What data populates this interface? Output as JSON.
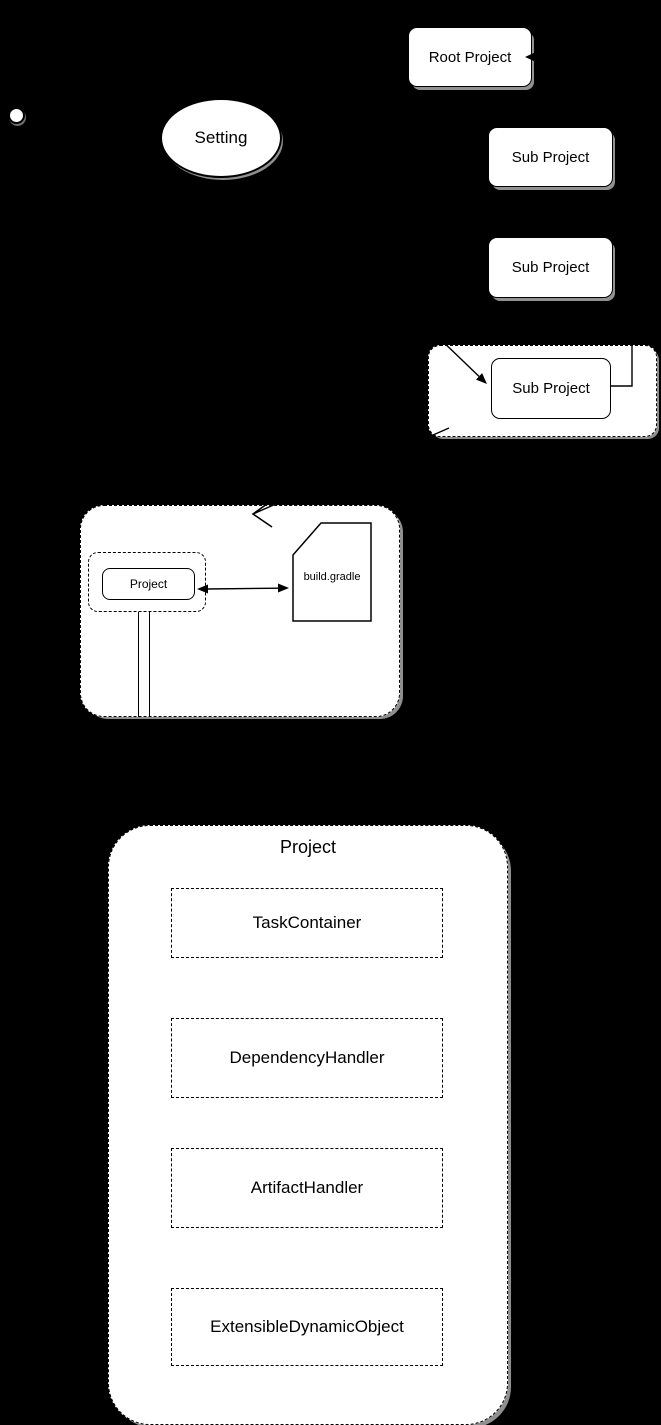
{
  "canvas": {
    "background_color": "#000000",
    "shape_fill_color": "#ffffff",
    "stroke_color": "#000000",
    "shadow_color": "#8f8f8f"
  },
  "nodes": {
    "setting": {
      "label": "Setting"
    },
    "root_project": {
      "label": "Root Project"
    },
    "sub_project_1": {
      "label": "Sub Project"
    },
    "sub_project_2": {
      "label": "Sub Project"
    },
    "sub_project_3": {
      "label": "Sub Project"
    },
    "project_small": {
      "label": "Project"
    },
    "build_file": {
      "label": "build.gradle"
    },
    "project_class": {
      "title": "Project",
      "members": [
        "TaskContainer",
        "DependencyHandler",
        "ArtifactHandler",
        "ExtensibleDynamicObject"
      ]
    }
  }
}
